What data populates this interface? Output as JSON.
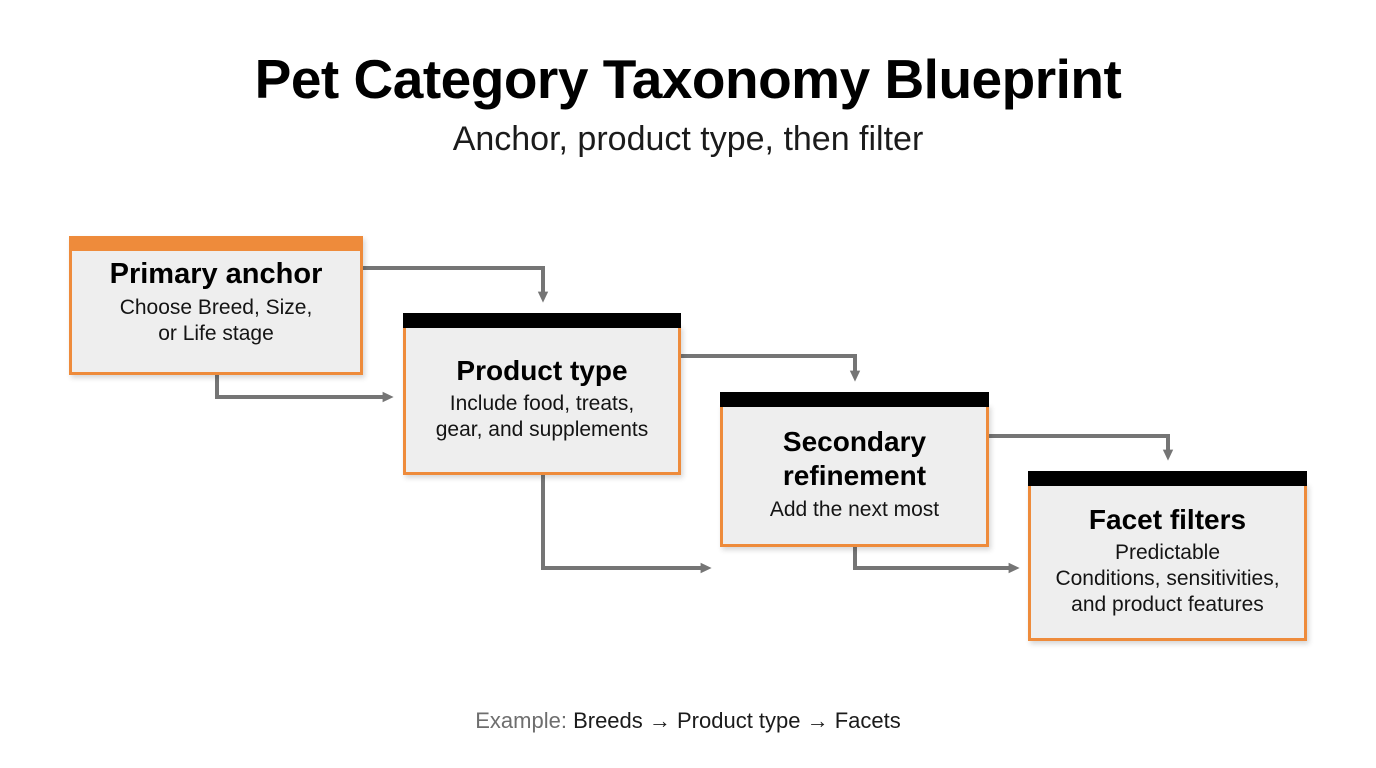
{
  "header": {
    "title": "Pet Category Taxonomy Blueprint",
    "subtitle": "Anchor, product type, then filter"
  },
  "diagram": {
    "type": "flow-staircase",
    "accent_color": "#ee8b3b",
    "node_fill": "#eeeeee",
    "cap_black": "#000000",
    "connector_color": "#757575",
    "nodes": [
      {
        "id": "primary-anchor",
        "title": "Primary anchor",
        "desc": "Choose Breed, Size,\nor Life stage",
        "cap": "orange"
      },
      {
        "id": "product-type",
        "title": "Product type",
        "desc": "Include food, treats,\ngear, and supplements",
        "cap": "black"
      },
      {
        "id": "secondary-refinement",
        "title": "Secondary\nrefinement",
        "desc": "Add the next most",
        "cap": "black"
      },
      {
        "id": "facet-filters",
        "title": "Facet filters",
        "desc": "Predictable\nConditions, sensitivities,\nand product features",
        "cap": "black"
      }
    ],
    "connectors": [
      {
        "from": "primary-anchor",
        "to": "product-type",
        "route": "right-then-down"
      },
      {
        "from": "primary-anchor",
        "to": "product-type",
        "route": "down-then-right"
      },
      {
        "from": "product-type",
        "to": "secondary-refinement",
        "route": "right-then-down"
      },
      {
        "from": "product-type",
        "to": "secondary-refinement",
        "route": "down-then-right"
      },
      {
        "from": "secondary-refinement",
        "to": "facet-filters",
        "route": "right-then-down"
      },
      {
        "from": "secondary-refinement",
        "to": "facet-filters",
        "route": "down-then-right"
      }
    ]
  },
  "footer": {
    "label": "Example:",
    "flow": "Breeds → Product type → Facets"
  }
}
